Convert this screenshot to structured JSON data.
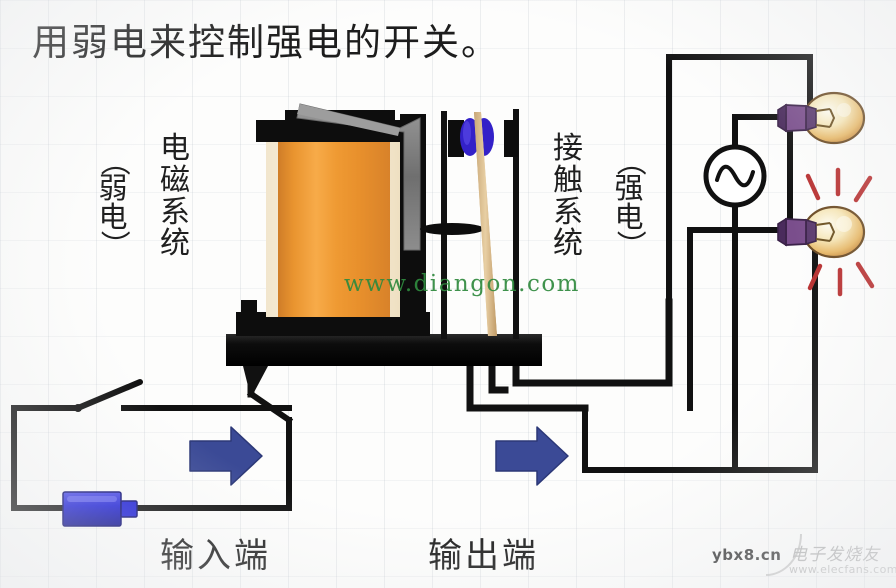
{
  "title": "用弱电来控制强电的开关。",
  "labels": {
    "left_system": "电磁系统",
    "left_bracket_open": "（",
    "left_bracket_text": "弱电",
    "left_bracket_close": "）",
    "right_system": "接触系统",
    "right_bracket_open": "（",
    "right_bracket_text": "强电",
    "right_bracket_close": "）",
    "input_terminal": "输入端",
    "output_terminal": "输出端"
  },
  "watermarks": {
    "main": "www.diangon.com",
    "corner_site": "ybx8.cn",
    "corner_brand": "电子发烧友",
    "corner_url": "www.elecfans.com"
  },
  "colors": {
    "coil_orange_dark": "#d8822a",
    "coil_orange_light": "#f6a845",
    "frame_black": "#111111",
    "armature_gray": "#7d7d7d",
    "contact_blue": "#3321c8",
    "battery_blue": "#1d1fd6",
    "arrow_blue": "#3b4a96",
    "wire_black": "#111111",
    "watermark_green": "#2f8a3e",
    "lamp_glow": "#f6dfa0",
    "lamp_base_purple": "#5b3a6e",
    "ray_red": "#b83030"
  },
  "components": {
    "coil": "electromagnet-coil",
    "armature": "armature-lever",
    "contacts": "contact-pair",
    "pushrod": "push-rod",
    "ac_source": "ac-source",
    "lamp_off": "lamp-unlit",
    "lamp_on": "lamp-lit",
    "switch": "input-switch",
    "battery": "dc-battery",
    "arrow_in": "flow-arrow-input",
    "arrow_out": "flow-arrow-output",
    "ac_symbol": "∿"
  }
}
